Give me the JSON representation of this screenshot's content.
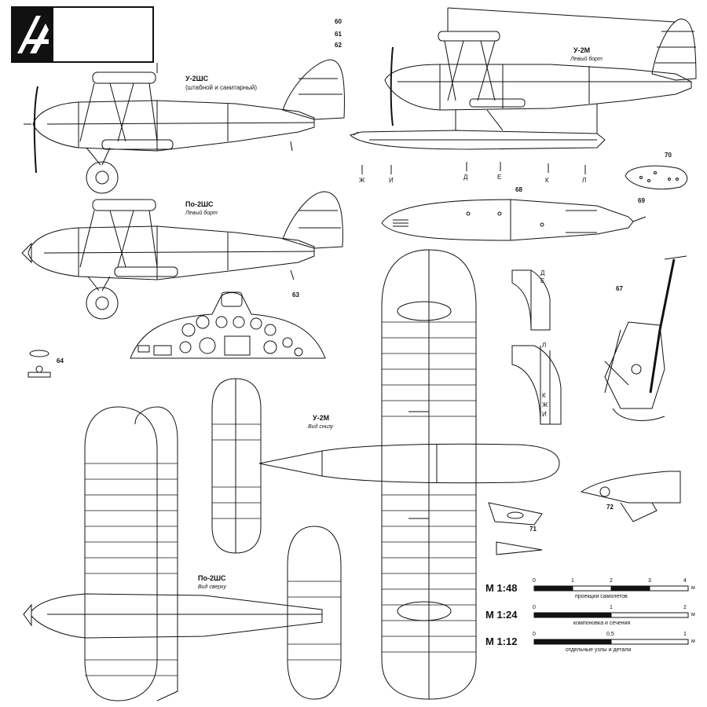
{
  "views": {
    "u2ss_side": {
      "title": "У-2ШС",
      "subtitle": "(штабной и санитарный)"
    },
    "u2m_side": {
      "title": "У-2М",
      "subtitle": "Левый борт"
    },
    "po2ss_side": {
      "title": "По-2ШС",
      "subtitle": "Левый борт"
    },
    "u2m_bottom": {
      "title": "У-2М",
      "subtitle": "Вид снизу"
    },
    "po2ss_top": {
      "title": "По-2ШС",
      "subtitle": "Вид сверху"
    }
  },
  "callouts": [
    "60",
    "61",
    "62",
    "63",
    "64",
    "67",
    "68",
    "69",
    "70",
    "71",
    "72"
  ],
  "section_marks": {
    "float_row": [
      "Ж",
      "И",
      "Д",
      "Е",
      "К",
      "Л"
    ],
    "detail_de": [
      "Д",
      "Е"
    ],
    "detail_lkji": [
      "Л",
      "К",
      "Ж",
      "И"
    ]
  },
  "scales": [
    {
      "label": "М 1:48",
      "ticks": [
        "0",
        "1",
        "2",
        "3",
        "4"
      ],
      "unit": "м",
      "caption": "проекции самолетов"
    },
    {
      "label": "М 1:24",
      "ticks": [
        "0",
        "1",
        "2"
      ],
      "unit": "м",
      "caption": "компоновка и сечения"
    },
    {
      "label": "М 1:12",
      "ticks": [
        "0",
        "0,5",
        "1"
      ],
      "unit": "м",
      "caption": "отдельные узлы и детали"
    }
  ]
}
